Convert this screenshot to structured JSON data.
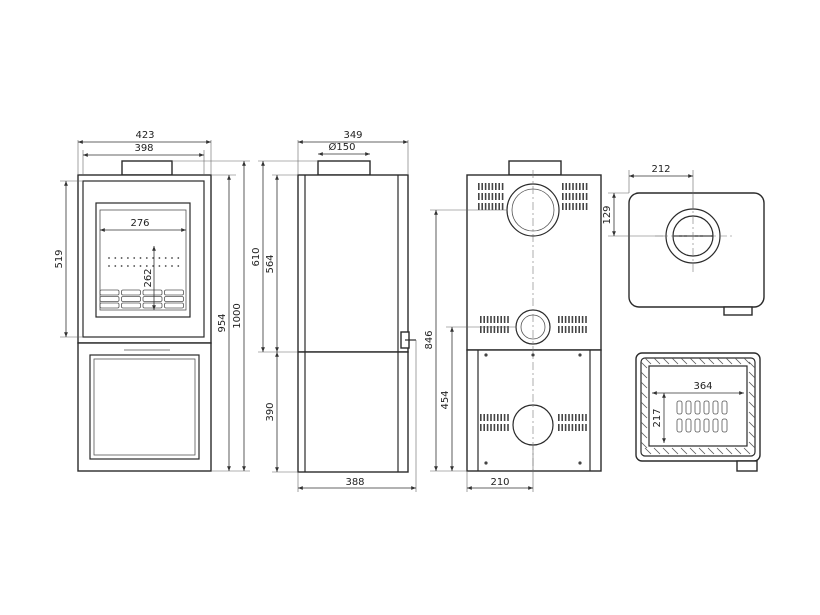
{
  "dimensions": {
    "front_width_overall": "423",
    "front_width_inner": "398",
    "front_glass_width": "276",
    "front_glass_height": "262",
    "front_door_height": "519",
    "front_height_to_top_body": "954",
    "front_height_overall": "1000",
    "side_depth_top": "349",
    "flue_diameter": "Ø150",
    "side_height_flue": "610",
    "side_body_height": "564",
    "side_base_height": "390",
    "side_depth_bottom": "388",
    "back_height_outlet": "846",
    "back_height_lower_outlet": "454",
    "back_width_center": "210",
    "top_offset_x": "212",
    "top_offset_y": "129",
    "section_width": "364",
    "section_depth": "217"
  }
}
